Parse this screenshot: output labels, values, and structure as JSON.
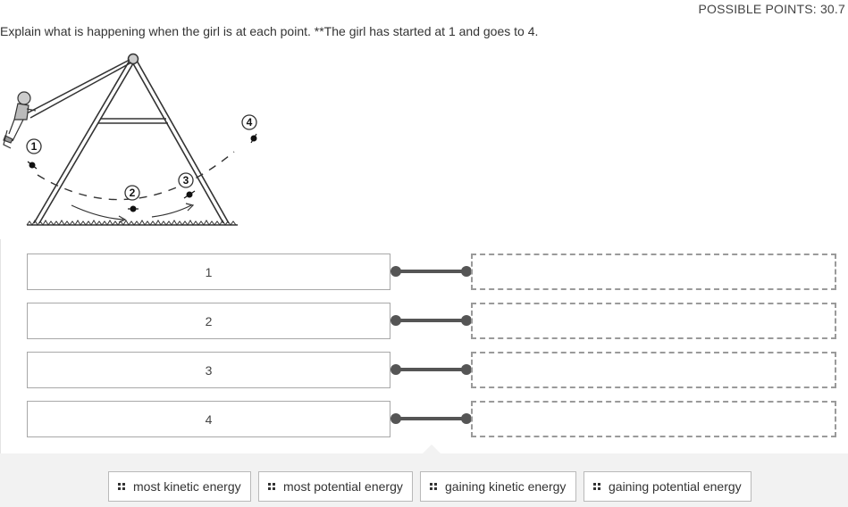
{
  "header": {
    "points_label": "POSSIBLE POINTS: 30.7"
  },
  "question": {
    "text": "Explain what is happening when the girl is at each point. **The girl has started at 1 and goes to 4."
  },
  "figure": {
    "point_labels": [
      "1",
      "2",
      "3",
      "4"
    ]
  },
  "matching": {
    "prompts": [
      {
        "label": "1"
      },
      {
        "label": "2"
      },
      {
        "label": "3"
      },
      {
        "label": "4"
      }
    ]
  },
  "answer_bank": {
    "options": [
      {
        "label": "most kinetic energy"
      },
      {
        "label": "most potential energy"
      },
      {
        "label": "gaining kinetic energy"
      },
      {
        "label": "gaining potential energy"
      }
    ]
  },
  "colors": {
    "connector": "#555555",
    "dashed_border": "#9a9a9a",
    "tray": "#f2f2f2"
  }
}
